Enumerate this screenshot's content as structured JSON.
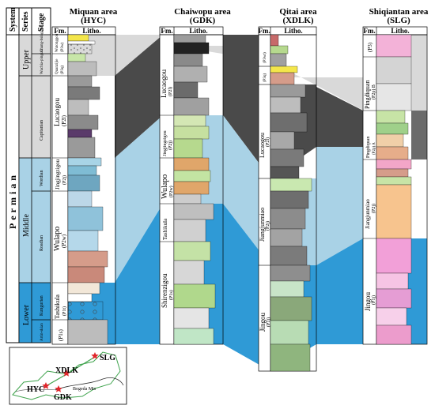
{
  "header": {
    "system": "System",
    "series": "Series",
    "stage": "Stage",
    "fm": "Fm.",
    "litho": "Litho."
  },
  "areas": {
    "hyc": {
      "name": "Miquan area",
      "code": "(HYC)"
    },
    "gdk": {
      "name": "Chaiwopu area",
      "code": "(GDK)"
    },
    "xdlk": {
      "name": "Qitai area",
      "code": "(XDLK)"
    },
    "slg": {
      "name": "Shiqiantan area",
      "code": "(SLG)"
    }
  },
  "system_label": "Permian",
  "series_labels": {
    "upper": "Upper",
    "middle": "Middle",
    "lower": "Lower"
  },
  "stage_labels": {
    "changhsingian": "Chang-hsingian",
    "wuchiapingian": "Wuchia-pingian",
    "capitanian": "Capitanian",
    "wordian": "Wordian",
    "roadian": "Roadian",
    "kungurian": "Kungurian",
    "artinskian": "Artin-skian"
  },
  "formations": {
    "hyc": {
      "wutonggou": "Wutonggou",
      "wutonggou_sym": "(P3w)",
      "quanzijie": "Quanzijie",
      "quanzijie_sym": "(P3q)",
      "lucaogou": "Lucaogou",
      "lucaogou_sym": "(P2l)",
      "jingjingzigou": "Jingjingzigou",
      "jingjingzigou_sym": "(P2j)",
      "wulapo": "Wulapo",
      "wulapo_sym": "(P2w)",
      "tashikula": "Tashikula",
      "tashikula_sym": "(P1t)",
      "shirenzigou_sym": "(P1s)"
    },
    "gdk": {
      "lucaogou": "Lucaogou",
      "lucaogou_sym": "(P2l)",
      "jingjingzigou": "Jingjingzigou",
      "jingjingzigou_sym": "(P2j)",
      "wulapo": "Wulapo",
      "wulapo_sym": "(P2w)",
      "tashikula": "Tashikula",
      "shirenzigou": "Shirenzigou",
      "shirenzigou_sym": "(P1s)"
    },
    "xdlk": {
      "wutonggou_sym": "(P3wt)",
      "quanzijie_sym": "(P3q)",
      "lucaogou": "Lucaogou",
      "lucaogou_sym": "(P2l)",
      "jiangjunmiao": "Jiangjunmiao",
      "jiangjunmiao_sym": "(P2j)",
      "jingou": "Jingou",
      "jingou_sym": "(P1j)"
    },
    "slg": {
      "p3_sym": "(P3)",
      "pingdiquan_b": "Pingdiquan",
      "pingdiquan_b_sym": "(P2p) B",
      "pingdiquan_a": "Pingdiquan",
      "pingdiquan_a_sym": "(P2p) A",
      "jiangjunmiao": "Jiangjunmiao",
      "jiangjunmiao_sym": "(P2j)",
      "jingou": "Jingou",
      "jingou_sym": "(P1j)"
    }
  },
  "map": {
    "points": {
      "slg": "SLG",
      "xdlk": "XDLK",
      "hyc": "HYC",
      "gdk": "GDK"
    },
    "label": "Bogeda Mts"
  },
  "colors": {
    "upper_zone": "#d9d9d9",
    "lucaogou_zone": "#4a4a4a",
    "middle_zone": "#a9d2e6",
    "lower_zone": "#2f9ad6",
    "star": "#e0262b",
    "map_border": "#3fa34d"
  }
}
